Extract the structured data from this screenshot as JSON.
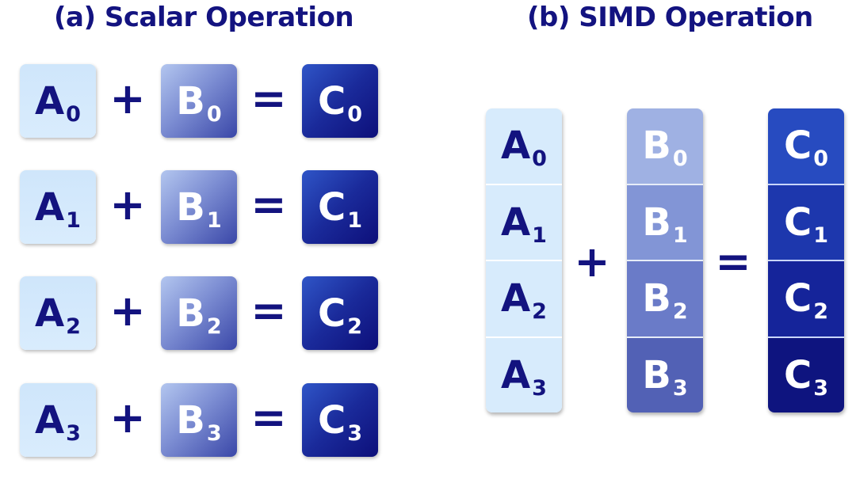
{
  "scalar": {
    "title": "(a) Scalar Operation",
    "plus": "+",
    "equals": "=",
    "rows": [
      {
        "a": "A",
        "b": "B",
        "c": "C",
        "index": "0"
      },
      {
        "a": "A",
        "b": "B",
        "c": "C",
        "index": "1"
      },
      {
        "a": "A",
        "b": "B",
        "c": "C",
        "index": "2"
      },
      {
        "a": "A",
        "b": "B",
        "c": "C",
        "index": "3"
      }
    ]
  },
  "simd": {
    "title": "(b) SIMD Operation",
    "plus": "+",
    "equals": "=",
    "a_letter": "A",
    "b_letter": "B",
    "c_letter": "C",
    "indices": [
      "0",
      "1",
      "2",
      "3"
    ]
  },
  "colors": {
    "text_navy": "#131380",
    "a_fill": "#d7ebfc",
    "b_fill": "#7d8ed3",
    "c_fill": "#1a2a9a"
  }
}
